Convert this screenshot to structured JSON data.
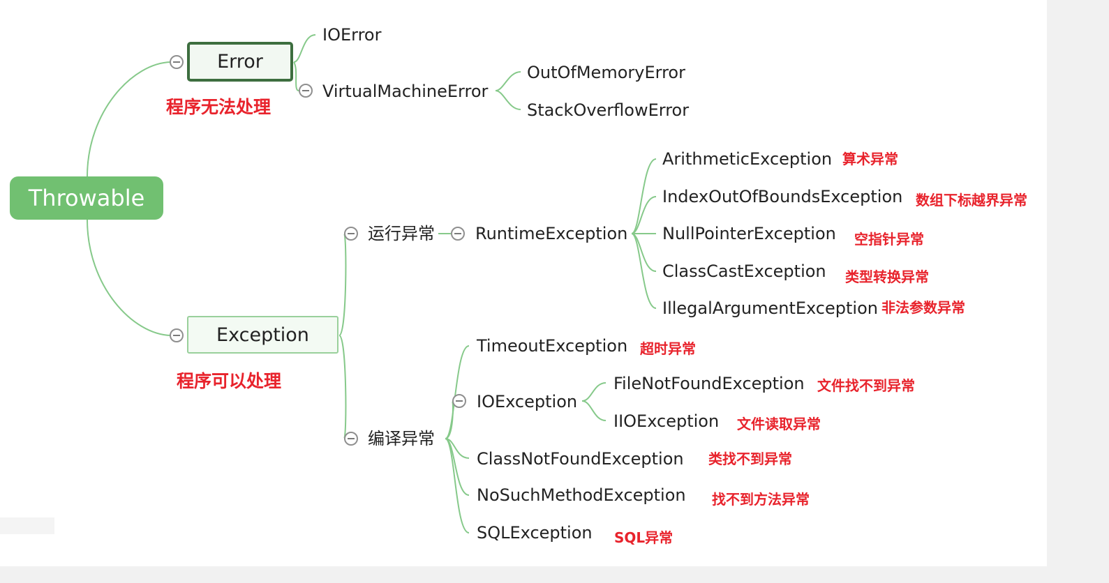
{
  "root": {
    "label": "Throwable"
  },
  "error": {
    "label": "Error",
    "note": "程序无法处理",
    "children": {
      "io_error": "IOError",
      "vm_error": "VirtualMachineError",
      "vm_children": [
        "OutOfMemoryError",
        "StackOverflowError"
      ]
    }
  },
  "exception": {
    "label": "Exception",
    "note": "程序可以处理",
    "runtime": {
      "group_label": "运行异常",
      "node_label": "RuntimeException",
      "items": [
        {
          "name": "ArithmeticException",
          "note": "算术异常"
        },
        {
          "name": "IndexOutOfBoundsException",
          "note": "数组下标越界异常"
        },
        {
          "name": "NullPointerException",
          "note": "空指针异常"
        },
        {
          "name": "ClassCastException",
          "note": "类型转换异常"
        },
        {
          "name": "IllegalArgumentException",
          "note": "非法参数异常"
        }
      ]
    },
    "compile": {
      "group_label": "编译异常",
      "timeout": {
        "name": "TimeoutException",
        "note": "超时异常"
      },
      "io": {
        "name": "IOException",
        "children": [
          {
            "name": "FileNotFoundException",
            "note": "文件找不到异常"
          },
          {
            "name": "IIOException",
            "note": "文件读取异常"
          }
        ]
      },
      "others": [
        {
          "name": "ClassNotFoundException",
          "note": "类找不到异常"
        },
        {
          "name": "NoSuchMethodException",
          "note": "找不到方法异常"
        },
        {
          "name": "SQLException",
          "note": "SQL异常"
        }
      ]
    }
  },
  "colors": {
    "root_fill": "#71c071",
    "error_border": "#3d6e3f",
    "exception_border": "#99d09b",
    "link": "#86c98a",
    "note": "#e8232c"
  }
}
